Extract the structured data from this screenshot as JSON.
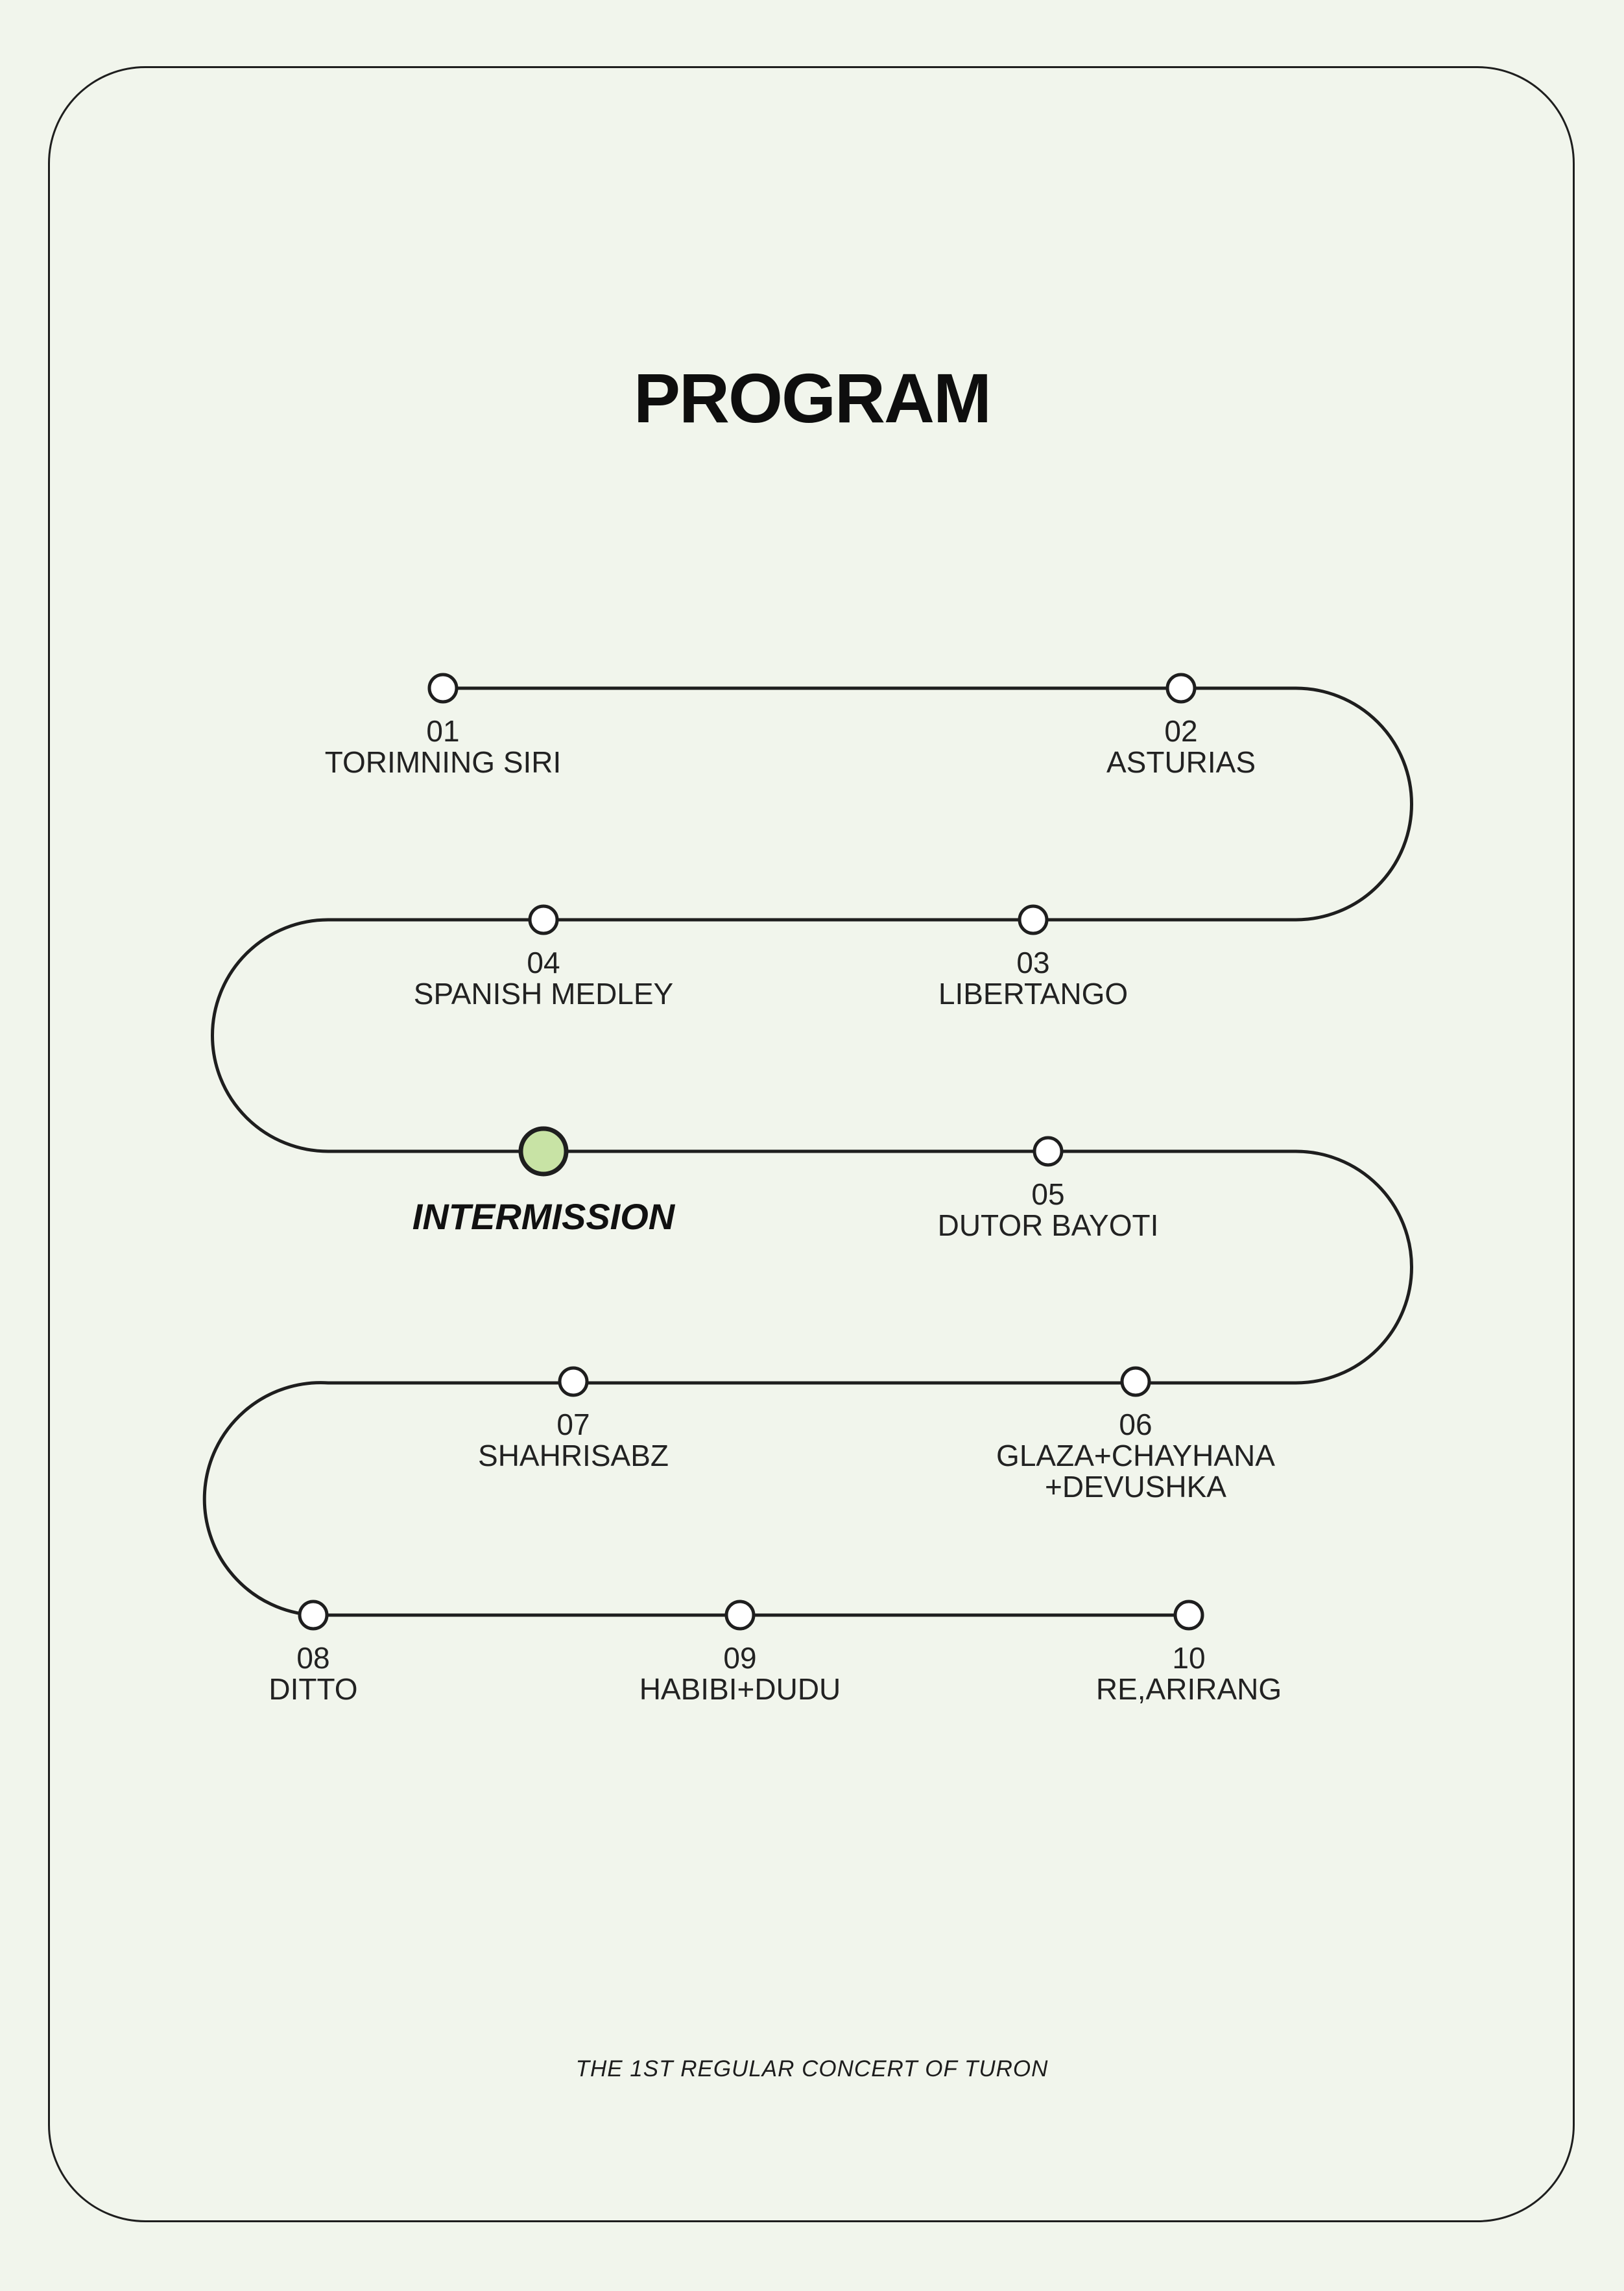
{
  "title": "PROGRAM",
  "colors": {
    "line": "#1e1e1e",
    "node_fill": "#ffffff",
    "intermission_fill": "#c8e3a5",
    "background": "#f1f5ec"
  },
  "program": [
    {
      "num": "01",
      "name": "TORIMNING SIRI"
    },
    {
      "num": "02",
      "name": "ASTURIAS"
    },
    {
      "num": "03",
      "name": "LIBERTANGO"
    },
    {
      "num": "04",
      "name": "SPANISH MEDLEY"
    },
    {
      "label": "INTERMISSION"
    },
    {
      "num": "05",
      "name": "DUTOR BAYOTI"
    },
    {
      "num": "06",
      "name": "GLAZA+CHAYHANA",
      "name2": "+DEVUSHKA"
    },
    {
      "num": "07",
      "name": "SHAHRISABZ"
    },
    {
      "num": "08",
      "name": "DITTO"
    },
    {
      "num": "09",
      "name": "HABIBI+DUDU"
    },
    {
      "num": "10",
      "name": "RE,ARIRANG"
    }
  ],
  "footer": "THE 1ST REGULAR CONCERT OF TURON"
}
